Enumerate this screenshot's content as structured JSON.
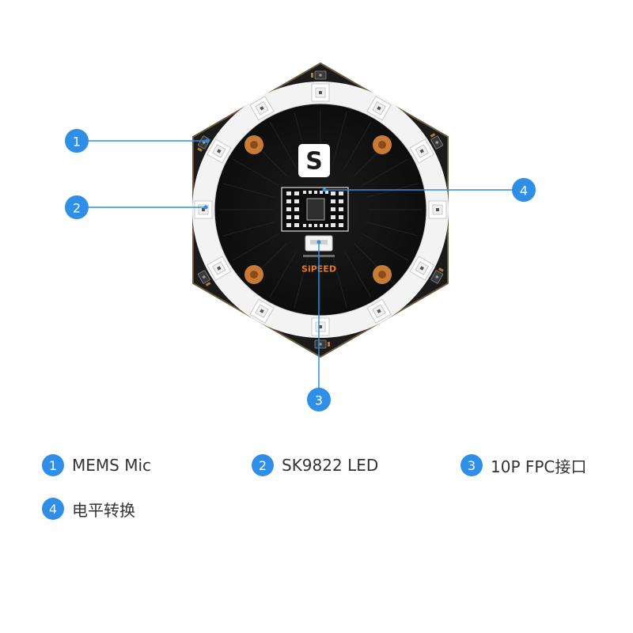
{
  "board": {
    "logo": "S",
    "brand": "SiPEED"
  },
  "callouts": [
    {
      "number": "1"
    },
    {
      "number": "2"
    },
    {
      "number": "3"
    },
    {
      "number": "4"
    }
  ],
  "legend": [
    {
      "number": "1",
      "label": "MEMS Mic"
    },
    {
      "number": "2",
      "label": "SK9822 LED"
    },
    {
      "number": "3",
      "label": "10P FPC接口"
    },
    {
      "number": "4",
      "label": "电平转换"
    }
  ],
  "colors": {
    "accent": "#2f8ee6",
    "board": "#1b1b1b",
    "ring": "#f3f3f3",
    "pad": "#c87b35",
    "brand": "#e07a2c"
  }
}
